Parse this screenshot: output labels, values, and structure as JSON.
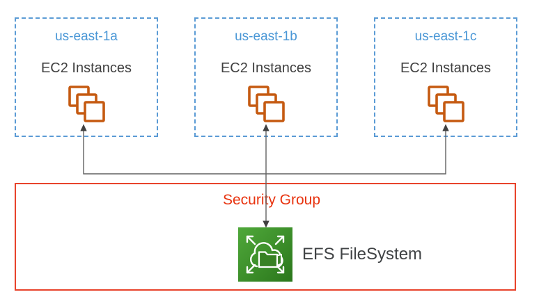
{
  "zones": [
    {
      "name": "us-east-1a",
      "resource_label": "EC2 Instances",
      "icon": "ec2-instances-icon"
    },
    {
      "name": "us-east-1b",
      "resource_label": "EC2 Instances",
      "icon": "ec2-instances-icon"
    },
    {
      "name": "us-east-1c",
      "resource_label": "EC2 Instances",
      "icon": "ec2-instances-icon"
    }
  ],
  "security_group": {
    "label": "Security Group"
  },
  "efs": {
    "label": "EFS FileSystem",
    "icon": "efs-filesystem-icon"
  },
  "connections": [
    {
      "from": "efs-filesystem",
      "to": "ec2-instances-us-east-1a",
      "arrows": "to-ec2"
    },
    {
      "from": "efs-filesystem",
      "to": "ec2-instances-us-east-1b",
      "arrows": "both-ends"
    },
    {
      "from": "efs-filesystem",
      "to": "ec2-instances-us-east-1c",
      "arrows": "to-ec2"
    }
  ],
  "colors": {
    "az_border": "#5B9BD5",
    "az_title_text": "#4A97D6",
    "body_text": "#404040",
    "ec2_icon_orange": "#C55A11",
    "security_group_border": "#E8432B",
    "security_group_text": "#E8330F",
    "efs_green_light": "#4FA83A",
    "efs_green_dark": "#2B771C",
    "connector_gray": "#616161"
  }
}
